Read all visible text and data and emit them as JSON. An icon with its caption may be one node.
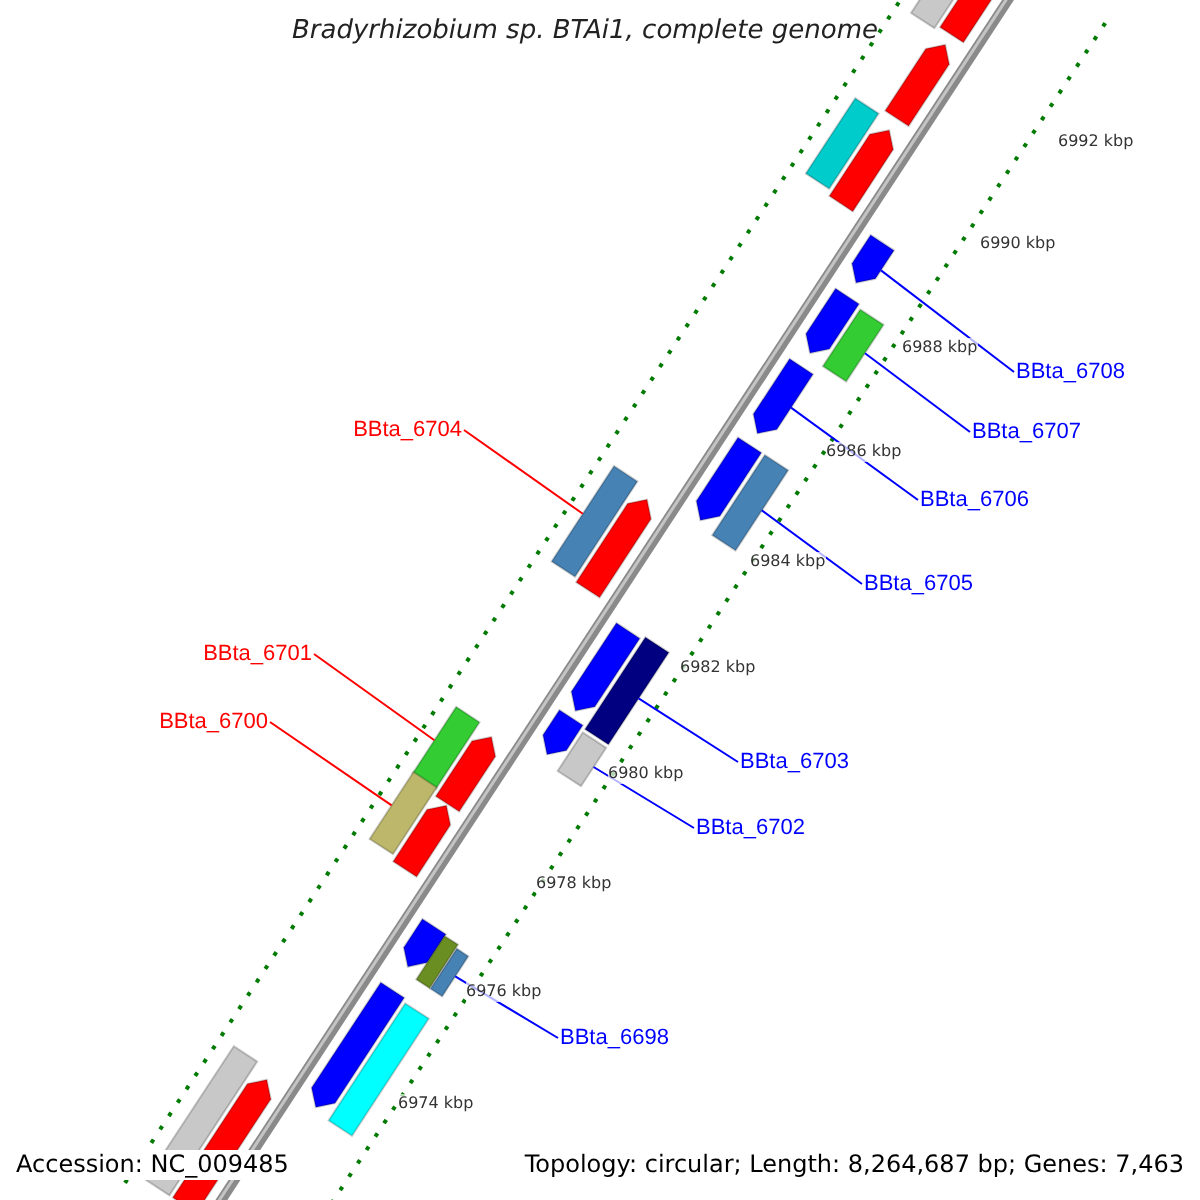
{
  "diagram": {
    "title": "Bradyrhizobium sp. BTAi1, complete genome",
    "nodes": [
      {
        "text": [
          "BBta_6708"
        ]
      },
      {
        "text": [
          "BBta_6707"
        ]
      },
      {
        "text": [
          "BBta_6704"
        ]
      },
      {
        "text": [
          "BBta_6706"
        ]
      },
      {
        "text": [
          "BBta_6705"
        ]
      },
      {
        "text": [
          "BBta_6703"
        ]
      },
      {
        "text": [
          "BBta_6701"
        ]
      },
      {
        "text": [
          "BBta_6702"
        ]
      },
      {
        "text": [
          "BBta_6700"
        ]
      },
      {
        "text": [
          "BBta_6698"
        ]
      },
      {
        "text": [],
        "shape": "bar"
      },
      {
        "text": [],
        "shape": "bar"
      },
      {
        "text": [],
        "shape": "bar"
      },
      {
        "text": [],
        "shape": "bar"
      },
      {
        "text": [],
        "shape": "bar"
      },
      {
        "text": [],
        "shape": "bar"
      },
      {
        "text": [],
        "shape": "bar"
      },
      {
        "text": [],
        "shape": "bar"
      },
      {
        "text": [],
        "shape": "bar"
      },
      {
        "text": [],
        "shape": "bar"
      },
      {
        "text": [],
        "shape": "bar"
      },
      {
        "text": [],
        "shape": "bar"
      },
      {
        "text": [],
        "shape": "bar"
      },
      {
        "text": [],
        "shape": "bar"
      },
      {
        "text": [],
        "shape": "bar"
      },
      {
        "text": [],
        "shape": "bar"
      },
      {
        "text": [],
        "shape": "bar"
      },
      {
        "text": [],
        "shape": "bar"
      },
      {
        "text": [],
        "shape": "bar"
      },
      {
        "text": [],
        "shape": "bar"
      },
      {
        "text": [],
        "shape": "bar"
      },
      {
        "text": [],
        "shape": "bar"
      },
      {
        "text": [],
        "shape": "bar"
      },
      {
        "text": [],
        "shape": "bar"
      },
      {
        "text": [],
        "shape": "bar"
      },
      {
        "text": [],
        "shape": "bar"
      },
      {
        "text": [],
        "shape": "bar"
      },
      {
        "text": [],
        "shape": "bar"
      }
    ],
    "edges": [
      {
        "from": 0,
        "to": 15,
        "arrow": "none"
      },
      {
        "from": 1,
        "to": 17,
        "arrow": "none"
      },
      {
        "from": 2,
        "to": 21,
        "arrow": "none",
        "color": "#ff0000"
      },
      {
        "from": 3,
        "to": 18,
        "arrow": "none"
      },
      {
        "from": 4,
        "to": 20,
        "arrow": "none"
      },
      {
        "from": 5,
        "to": 23,
        "arrow": "none"
      },
      {
        "from": 6,
        "to": 27,
        "arrow": "none",
        "color": "#ff0000"
      },
      {
        "from": 7,
        "to": 26,
        "arrow": "none"
      },
      {
        "from": 8,
        "to": 29,
        "arrow": "none",
        "color": "#ff0000"
      },
      {
        "from": 9,
        "to": 33,
        "arrow": "none"
      }
    ],
    "labels": [
      "6992 kbp",
      "6990 kbp",
      "6988 kbp",
      "6986 kbp",
      "6984 kbp",
      "6982 kbp",
      "6980 kbp",
      "6978 kbp",
      "6976 kbp",
      "6974 kbp",
      "Accession: NC_009485",
      "Topology: circular; Length: 8,264,687 bp; Genes: 7,463"
    ]
  }
}
